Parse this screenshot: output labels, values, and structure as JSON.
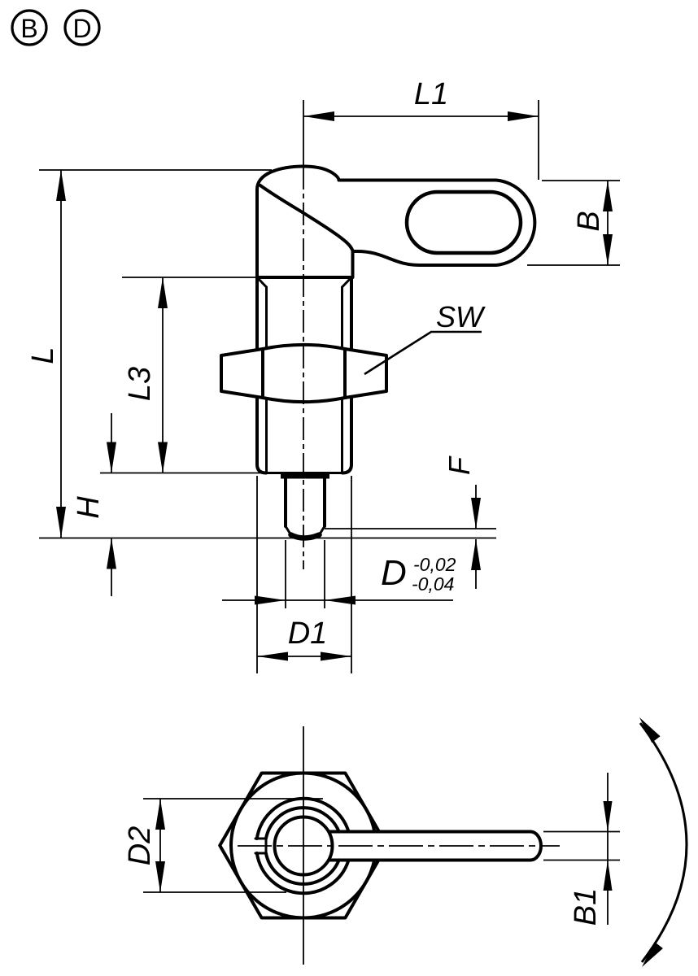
{
  "drawing": {
    "background_color": "#ffffff",
    "line_color": "#000000",
    "variant_badges": [
      {
        "label": "B"
      },
      {
        "label": "D"
      }
    ],
    "side_view": {
      "dimensions": {
        "l1": "L1",
        "b": "B",
        "l": "L",
        "l3": "L3",
        "h": "H",
        "f": "F",
        "sw": "SW",
        "d": {
          "label": "D",
          "tolerance_upper": "-0,02",
          "tolerance_lower": "-0,04"
        },
        "d1": "D1"
      }
    },
    "bottom_view": {
      "dimensions": {
        "d2": "D2",
        "b1": "B1"
      }
    }
  }
}
